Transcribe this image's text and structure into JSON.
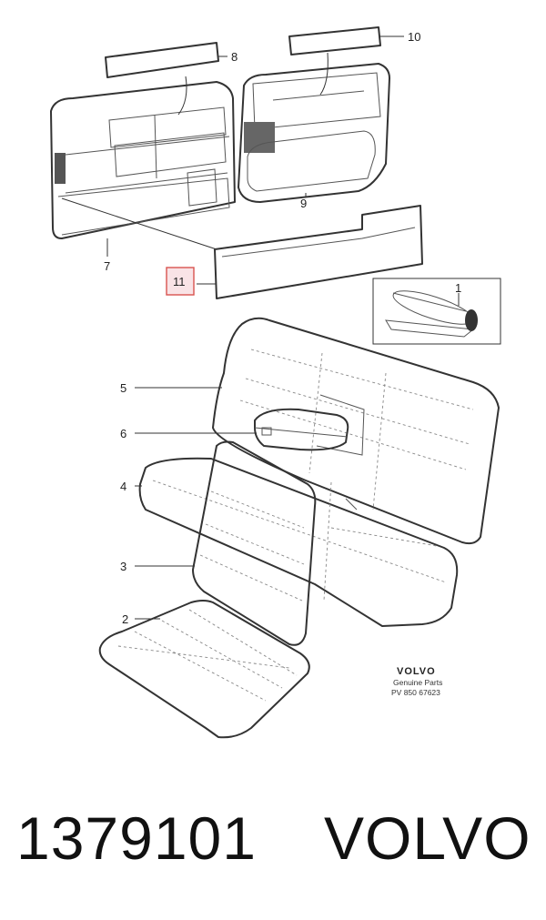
{
  "callouts": {
    "c1": "1",
    "c2": "2",
    "c3": "3",
    "c4": "4",
    "c5": "5",
    "c6": "6",
    "c7": "7",
    "c8": "8",
    "c9": "9",
    "c10": "10",
    "c11": "11"
  },
  "stamp": {
    "brand": "VOLVO",
    "line1": "Genuine Parts",
    "line2": "PV 850 67623"
  },
  "footer": {
    "part_number": "1379101",
    "brand": "VOLVO"
  },
  "highlight_color": "#d9534f"
}
